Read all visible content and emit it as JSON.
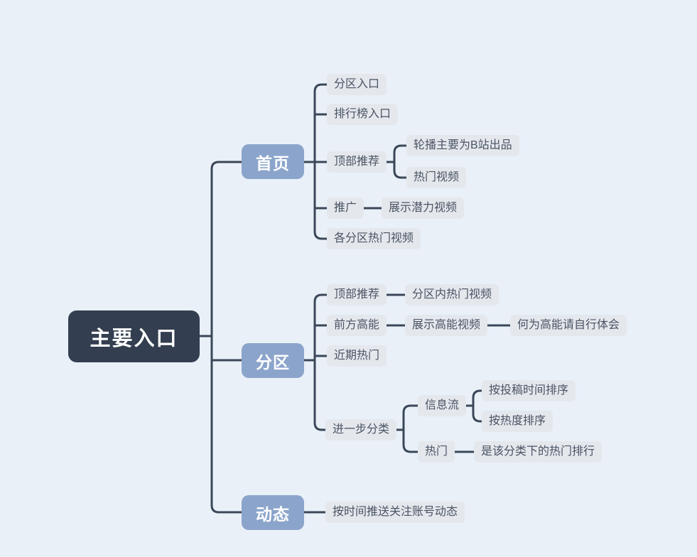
{
  "app": {
    "type": "mindmap"
  },
  "colors": {
    "background": "#e9f0f8",
    "root_bg": "#333e50",
    "root_text": "#ffffff",
    "branch_bg": "#8ba4cb",
    "branch_text": "#ffffff",
    "leaf_bg": "#e4e8ed",
    "leaf_text": "#4b5363",
    "connector": "#3a4759"
  },
  "tree": {
    "root": {
      "label": "主要入口"
    },
    "branches": [
      {
        "label": "首页",
        "children": [
          {
            "label": "分区入口"
          },
          {
            "label": "排行榜入口"
          },
          {
            "label": "顶部推荐",
            "children": [
              {
                "label": "轮播主要为B站出品"
              },
              {
                "label": "热门视频"
              }
            ]
          },
          {
            "label": "推广",
            "children": [
              {
                "label": "展示潜力视频"
              }
            ]
          },
          {
            "label": "各分区热门视频"
          }
        ]
      },
      {
        "label": "分区",
        "children": [
          {
            "label": "顶部推荐",
            "children": [
              {
                "label": "分区内热门视频"
              }
            ]
          },
          {
            "label": "前方高能",
            "children": [
              {
                "label": "展示高能视频",
                "children": [
                  {
                    "label": "何为高能请自行体会"
                  }
                ]
              }
            ]
          },
          {
            "label": "近期热门"
          },
          {
            "label": "进一步分类",
            "children": [
              {
                "label": "信息流",
                "children": [
                  {
                    "label": "按投稿时间排序"
                  },
                  {
                    "label": "按热度排序"
                  }
                ]
              },
              {
                "label": "热门",
                "children": [
                  {
                    "label": "是该分类下的热门排行"
                  }
                ]
              }
            ]
          }
        ]
      },
      {
        "label": "动态",
        "children": [
          {
            "label": "按时间推送关注账号动态"
          }
        ]
      }
    ]
  }
}
